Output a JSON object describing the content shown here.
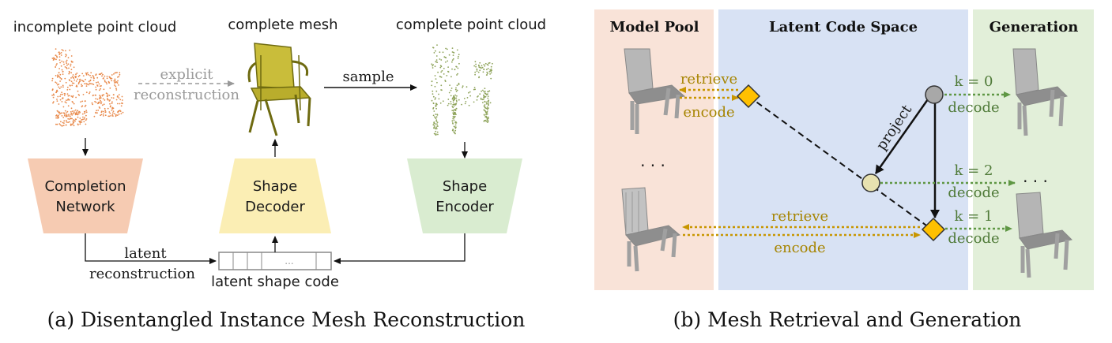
{
  "panel_a": {
    "labels": {
      "incomplete": "incomplete point cloud",
      "complete_mesh": "complete mesh",
      "complete_pc": "complete point cloud",
      "explicit_1": "explicit",
      "explicit_2": "reconstruction",
      "sample": "sample",
      "latent_1": "latent",
      "latent_2": "reconstruction",
      "latent_code": "latent shape code",
      "code_dots": "...",
      "completion_1": "Completion",
      "completion_2": "Network",
      "decoder_1": "Shape",
      "decoder_2": "Decoder",
      "encoder_1": "Shape",
      "encoder_2": "Encoder"
    },
    "caption": "(a) Disentangled Instance Mesh Reconstruction"
  },
  "panel_b": {
    "titles": {
      "pool": "Model Pool",
      "latent": "Latent Code Space",
      "generation": "Generation"
    },
    "labels": {
      "retrieve_top": "retrieve",
      "encode_top": "encode",
      "retrieve_bottom": "retrieve",
      "encode_bottom": "encode",
      "project": "project",
      "k0": "k = 0",
      "k2": "k = 2",
      "k1": "k = 1",
      "decode_0": "decode",
      "decode_2": "decode",
      "decode_1": "decode",
      "pool_dots": "· · ·",
      "gen_dots": "· · ·"
    },
    "caption": "(b) Mesh Retrieval and Generation"
  },
  "colors": {
    "pool_bg": "#f9e3d8",
    "latent_bg": "#d8e2f4",
    "generation_bg": "#e2efd9",
    "completion_fill": "#f6cbb2",
    "decoder_fill": "#fbeeb4",
    "encoder_fill": "#d9ecd0",
    "diamond": "#ffc000",
    "gold_arrow": "#c89600",
    "green_arrow": "#5f9744"
  }
}
